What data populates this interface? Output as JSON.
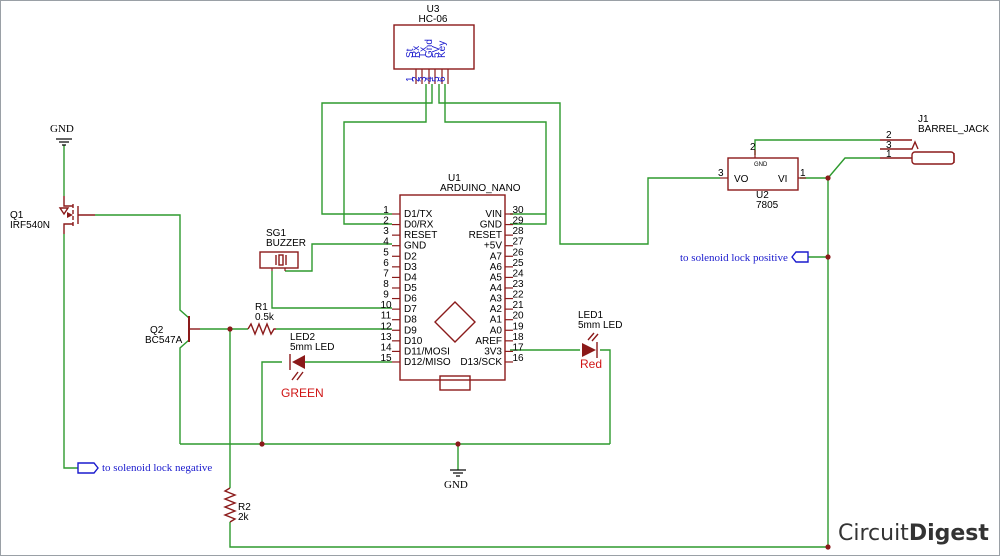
{
  "u3": {
    "ref": "U3",
    "value": "HC-06",
    "pins": [
      "St",
      "Rx",
      "Tx",
      "Gnd",
      "5V",
      "Key"
    ],
    "pin_numbers": [
      "1",
      "2",
      "3",
      "4",
      "5",
      "6"
    ]
  },
  "u1": {
    "ref": "U1",
    "value": "ARDUINO_NANO",
    "left_pins": [
      "D1/TX",
      "D0/RX",
      "RESET",
      "GND",
      "D2",
      "D3",
      "D4",
      "D5",
      "D6",
      "D7",
      "D8",
      "D9",
      "D10",
      "D11/MOSI",
      "D12/MISO"
    ],
    "left_numbers": [
      "1",
      "2",
      "3",
      "4",
      "5",
      "6",
      "7",
      "8",
      "9",
      "10",
      "11",
      "12",
      "13",
      "14",
      "15"
    ],
    "right_pins": [
      "VIN",
      "GND",
      "RESET",
      "+5V",
      "A7",
      "A6",
      "A5",
      "A4",
      "A3",
      "A2",
      "A1",
      "A0",
      "AREF",
      "3V3",
      "D13/SCK"
    ],
    "right_numbers": [
      "30",
      "29",
      "28",
      "27",
      "26",
      "25",
      "24",
      "23",
      "22",
      "21",
      "20",
      "19",
      "18",
      "17",
      "16"
    ]
  },
  "u2": {
    "ref": "U2",
    "value": "7805",
    "vo": "VO",
    "vi": "VI",
    "gnd": "GND",
    "pin_vo": "3",
    "pin_vi": "1",
    "pin_gnd": "2"
  },
  "j1": {
    "ref": "J1",
    "value": "BARREL_JACK",
    "pins": [
      "2",
      "3",
      "1"
    ]
  },
  "sg1": {
    "ref": "SG1",
    "value": "BUZZER"
  },
  "q1": {
    "ref": "Q1",
    "value": "IRF540N"
  },
  "q2": {
    "ref": "Q2",
    "value": "BC547A"
  },
  "r1": {
    "ref": "R1",
    "value": "0.5k"
  },
  "r2": {
    "ref": "R2",
    "value": "2k"
  },
  "led1": {
    "ref": "LED1",
    "value": "5mm LED",
    "color_label": "Red"
  },
  "led2": {
    "ref": "LED2",
    "value": "5mm LED",
    "color_label": "GREEN"
  },
  "gnd_label": "GND",
  "net_neg": "to solenoid lock negative",
  "net_pos": "to solenoid lock positive",
  "logo": {
    "part1": "Circuit",
    "part2": "Digest"
  },
  "colors": {
    "wire": "#2e9a2e",
    "component": "#8b1a1a",
    "net_label": "#1a1acd",
    "led_label": "#d01515"
  }
}
